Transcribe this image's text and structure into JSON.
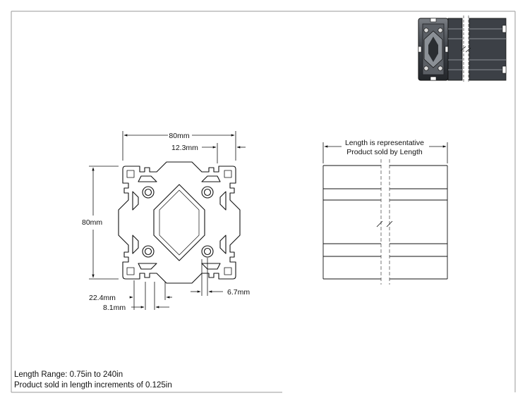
{
  "drawing": {
    "dimensions": {
      "width": "80mm",
      "height": "80mm",
      "slot_offset": "12.3mm",
      "slot_spacing": "22.4mm",
      "slot_opening": "8.1mm",
      "hole_offset": "6.7mm"
    },
    "side_view": {
      "note_line1": "Length is representative",
      "note_line2": "Product sold by Length"
    },
    "notes": {
      "length_range": "Length Range: 0.75in to 240in",
      "increments": "Product sold in length increments of 0.125in"
    }
  }
}
